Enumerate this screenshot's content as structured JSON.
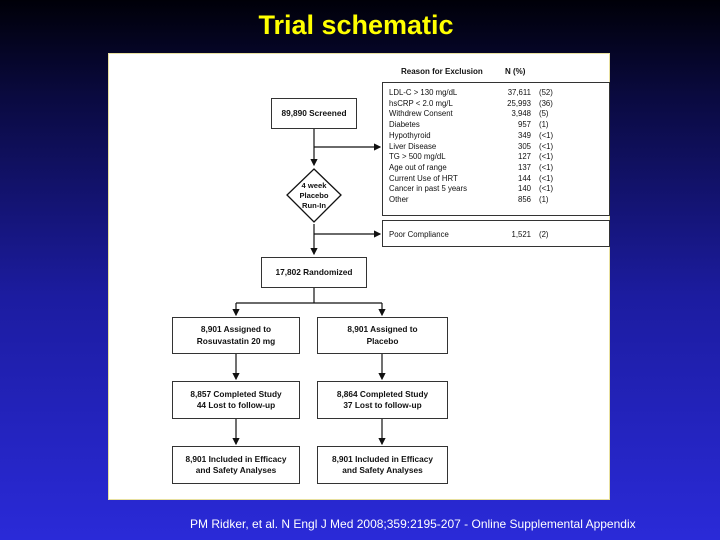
{
  "title": "Trial schematic",
  "flow": {
    "screened": "89,890 Screened",
    "runin": [
      "4 week",
      "Placebo",
      "Run-In"
    ],
    "randomized": "17,802 Randomized",
    "arm_left": {
      "assigned": [
        "8,901 Assigned to",
        "Rosuvastatin 20 mg"
      ],
      "completed": [
        "8,857 Completed Study",
        "44 Lost to follow-up"
      ],
      "included": [
        "8,901 Included in Efficacy",
        "and Safety Analyses"
      ]
    },
    "arm_right": {
      "assigned": [
        "8,901 Assigned to",
        "Placebo"
      ],
      "completed": [
        "8,864 Completed Study",
        "37 Lost to follow-up"
      ],
      "included": [
        "8,901 Included in Efficacy",
        "and Safety Analyses"
      ]
    }
  },
  "exclusions": {
    "header_reason": "Reason for Exclusion",
    "header_n": "N (%)",
    "rows": [
      {
        "label": "LDL-C > 130 mg/dL",
        "n": "37,611",
        "pct": "(52)"
      },
      {
        "label": "hsCRP < 2.0 mg/L",
        "n": "25,993",
        "pct": "(36)"
      },
      {
        "label": "Withdrew Consent",
        "n": "3,948",
        "pct": "(5)"
      },
      {
        "label": "Diabetes",
        "n": "957",
        "pct": "(1)"
      },
      {
        "label": "Hypothyroid",
        "n": "349",
        "pct": "(<1)"
      },
      {
        "label": "Liver Disease",
        "n": "305",
        "pct": "(<1)"
      },
      {
        "label": "TG > 500 mg/dL",
        "n": "127",
        "pct": "(<1)"
      },
      {
        "label": "Age out of range",
        "n": "137",
        "pct": "(<1)"
      },
      {
        "label": "Current Use of HRT",
        "n": "144",
        "pct": "(<1)"
      },
      {
        "label": "Cancer in past 5 years",
        "n": "140",
        "pct": "(<1)"
      },
      {
        "label": "Other",
        "n": "856",
        "pct": "(1)"
      }
    ],
    "poor_compliance": {
      "label": "Poor Compliance",
      "n": "1,521",
      "pct": "(2)"
    }
  },
  "footer": "PM Ridker, et al. N Engl J Med 2008;359:2195-207 - Online Supplemental Appendix"
}
